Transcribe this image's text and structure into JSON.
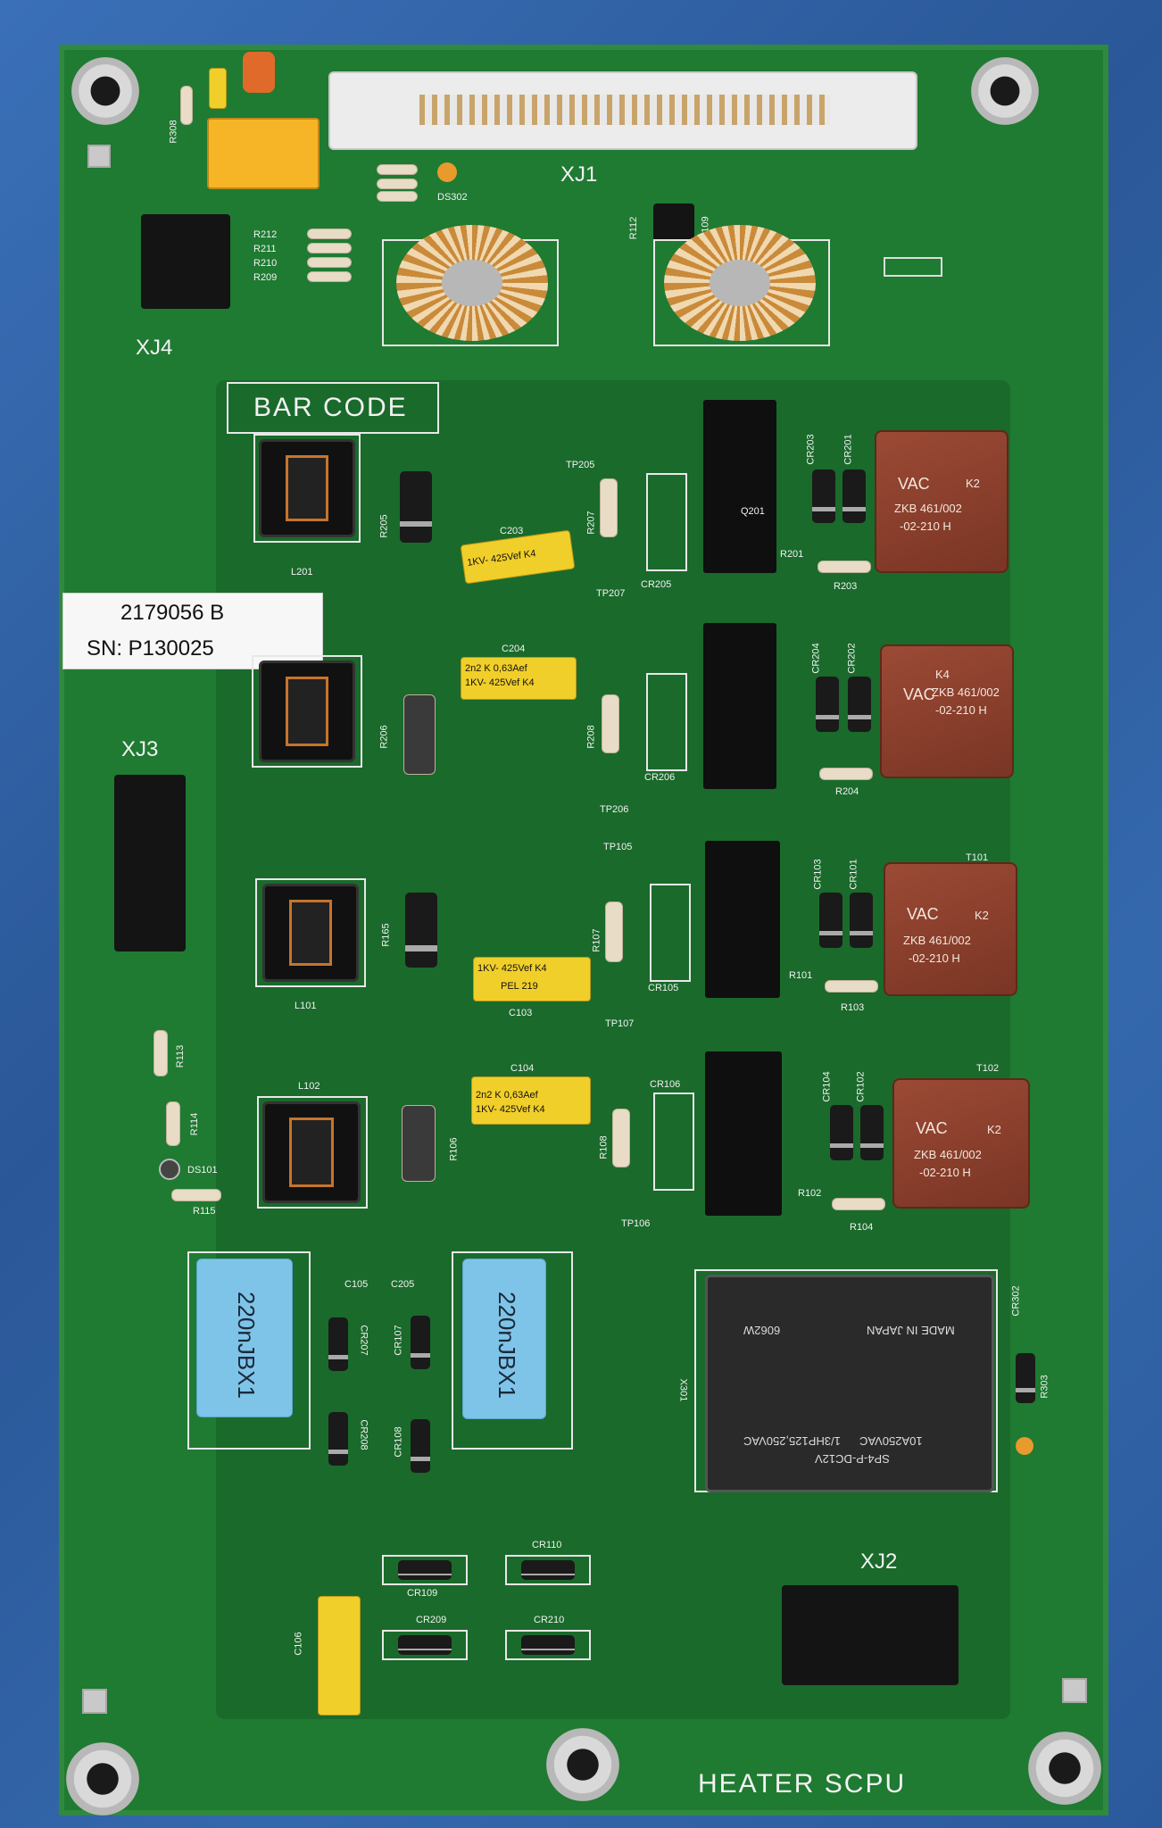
{
  "board": {
    "title": "HEATER SCPU",
    "barcode_label": "BAR CODE",
    "part_number": "2179056 B",
    "serial_number": "SN: P130025"
  },
  "connectors": {
    "xj1": "XJ1",
    "xj2": "XJ2",
    "xj3": "XJ3",
    "xj4": "XJ4"
  },
  "refdes": {
    "l201": "L201",
    "l101": "L101",
    "l102": "L102",
    "r205": "R205",
    "r206": "R206",
    "r165": "R165",
    "r106": "R106",
    "r207": "R207",
    "r208": "R208",
    "r107": "R107",
    "r108": "R108",
    "r201": "R201",
    "r203": "R203",
    "r204": "R204",
    "r101": "R101",
    "r103": "R103",
    "r102": "R102",
    "r104": "R104",
    "r113": "R113",
    "r114": "R114",
    "r115": "R115",
    "r112": "R112",
    "r109": "R109",
    "r308": "R308",
    "r212": "R212",
    "r211": "R211",
    "r210": "R210",
    "r209": "R209",
    "c203": "C203",
    "c204": "C204",
    "c103": "C103",
    "c104": "C104",
    "c105": "C105",
    "c205": "C205",
    "c106": "C106",
    "cr205": "CR205",
    "cr206": "CR206",
    "cr105": "CR105",
    "cr106": "CR106",
    "cr203": "CR203",
    "cr201": "CR201",
    "cr204": "CR204",
    "cr202": "CR202",
    "cr103": "CR103",
    "cr101": "CR101",
    "cr104": "CR104",
    "cr102": "CR102",
    "cr207": "CR207",
    "cr208": "CR208",
    "cr107": "CR107",
    "cr108": "CR108",
    "cr109": "CR109",
    "cr110": "CR110",
    "cr209": "CR209",
    "cr210": "CR210",
    "cr302": "CR302",
    "tp205": "TP205",
    "tp207": "TP207",
    "tp206": "TP206",
    "tp105": "TP105",
    "tp107": "TP107",
    "tp106": "TP106",
    "t101": "T101",
    "t102": "T102",
    "q201": "Q201",
    "ds302": "DS302",
    "ds101": "DS101",
    "x301": "X301",
    "r303": "R303"
  },
  "components": {
    "cap_text_1": "2n2 K 0,63Aef",
    "cap_text_2": "1KV- 425Vef K4",
    "cap_text_3": "PEL 219",
    "transformer_brand": "VAC",
    "transformer_k2": "K2",
    "transformer_k4": "K4",
    "transformer_part": "ZKB 461/002",
    "transformer_rev": "-02-210 H",
    "blue_cap": "220nJBX1",
    "relay_line1": "MADE IN JAPAN",
    "relay_line2": "SP4-P-DC12V",
    "relay_line3": "10A250VAC",
    "relay_line4": "1/3HP125,250VAC",
    "relay_code": "6062W"
  }
}
